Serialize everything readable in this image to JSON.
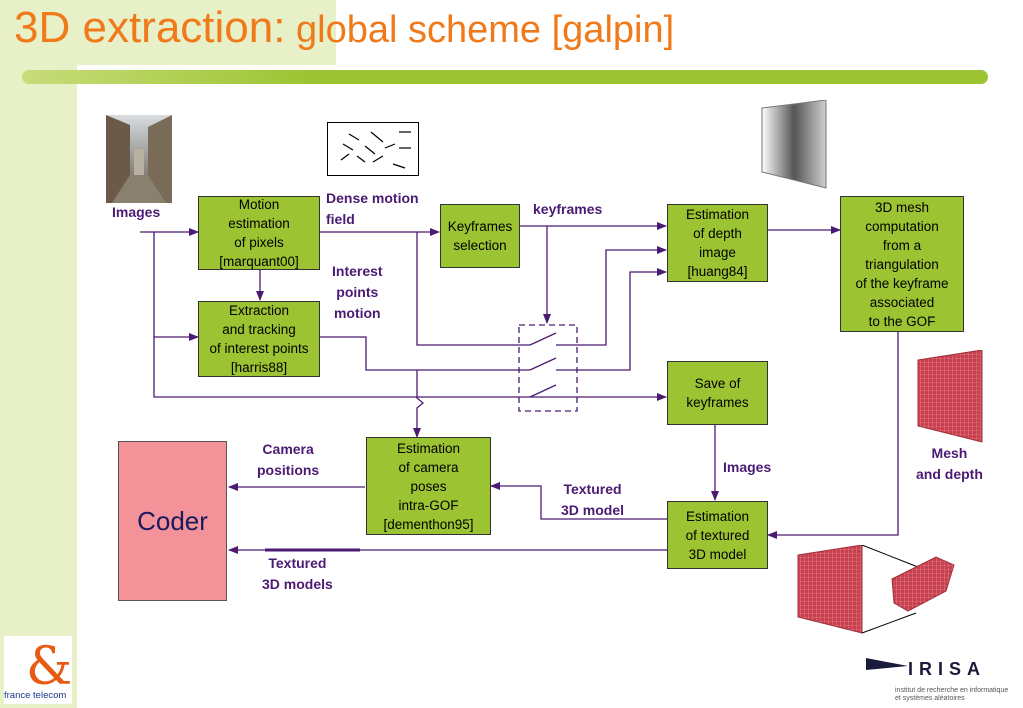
{
  "title": {
    "main": "3D extraction:",
    "sub": " global scheme [galpin]"
  },
  "boxes": {
    "motion": "Motion\nestimation\nof pixels\n[marquant00]",
    "extraction": "Extraction\nand tracking\nof interest points\n[harris88]",
    "keyframes_sel": "Keyframes\nselection",
    "depth": "Estimation\nof depth\nimage\n[huang84]",
    "mesh": "3D mesh\ncomputation\nfrom a\ntriangulation\nof the keyframe\nassociated\nto the GOF",
    "save": "Save of\nkeyframes",
    "camera": "Estimation\nof camera\nposes\nintra-GOF\n[dementhon95]",
    "textured": "Estimation\nof textured\n3D model",
    "coder": "Coder"
  },
  "labels": {
    "images_in": "Images",
    "dense_motion": "Dense motion\nfield",
    "keyframes": "keyframes",
    "interest_motion": "Interest\npoints\nmotion",
    "camera_positions": "Camera\npositions",
    "textured_model": "Textured\n3D model",
    "images_down": "Images",
    "textured_models": "Textured\n3D models",
    "mesh_depth": "Mesh\nand depth"
  },
  "logos": {
    "france_telecom": "france telecom",
    "irisa": "IRISA",
    "irisa_sub": "institut de recherche en informatique\net systèmes aléatoires"
  },
  "colors": {
    "accent_orange": "#f07a1a",
    "box_green": "#9cc432",
    "arrow_purple": "#4b1a72",
    "coder_pink": "#f4929a",
    "sidebar_green": "#e8f0c8"
  }
}
